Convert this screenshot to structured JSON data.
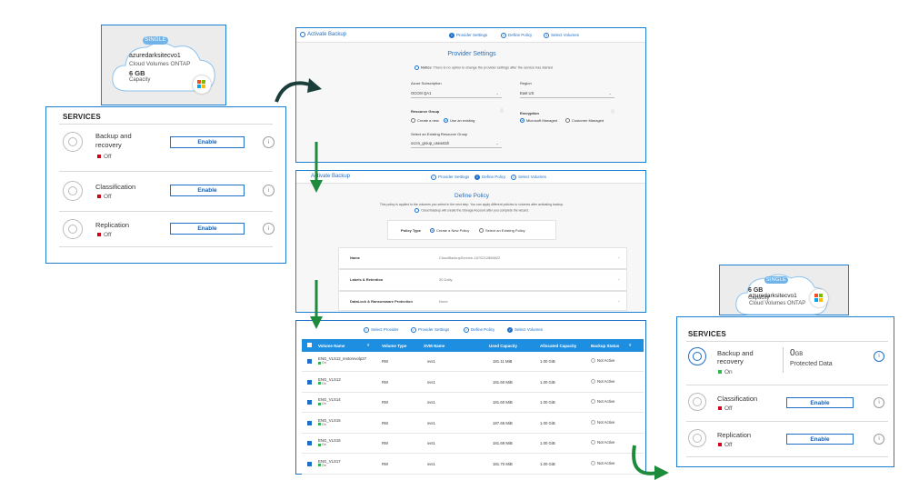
{
  "working_env": {
    "badge": "SINGLE",
    "name": "azuredarksitecvo1",
    "type": "Cloud Volumes ONTAP",
    "capacity": "6 GB",
    "capacity_label": "Capacity"
  },
  "services_before": {
    "title": "SERVICES",
    "items": [
      {
        "name": "Backup and recovery",
        "status": "Off",
        "button": "Enable"
      },
      {
        "name": "Classification",
        "status": "Off",
        "button": "Enable"
      },
      {
        "name": "Replication",
        "status": "Off",
        "button": "Enable"
      }
    ]
  },
  "services_after": {
    "title": "SERVICES",
    "backup": {
      "name": "Backup and recovery",
      "status": "On",
      "protected_value": "0",
      "protected_unit": "GB",
      "protected_label": "Protected Data"
    },
    "items": [
      {
        "name": "Classification",
        "status": "Off",
        "button": "Enable"
      },
      {
        "name": "Replication",
        "status": "Off",
        "button": "Enable"
      }
    ]
  },
  "wizard": {
    "title": "Activate Backup",
    "steps": [
      "Provider Settings",
      "Define Policy",
      "Select Volumes"
    ],
    "step_nums": [
      "1",
      "2",
      "3"
    ]
  },
  "provider": {
    "heading": "Provider Settings",
    "notice_bold": "Notice",
    "notice_text": ": There is no option to change the provider settings after the service has started",
    "subscription_label": "Azure Subscription",
    "subscription_value": "OCCM QA1",
    "region_label": "Region",
    "region_value": "East US",
    "rg_label": "Resource Group",
    "rg_create": "Create a new",
    "rg_existing": "Use an existing",
    "enc_label": "Encryption",
    "enc_ms": "Microsoft Managed",
    "enc_customer": "Customer Managed",
    "existing_rg_label": "Select an Existing Resource Group",
    "existing_rg_value": "occm_group_useast1h"
  },
  "policy": {
    "heading": "Define Policy",
    "desc": "This policy is applied to the volumes you select in the next step. You can apply different policies to volumes after activating backup.",
    "desc2": "Cloud Backup will create the Storage Account after you complete the wizard.",
    "type_label": "Policy Type",
    "opt_new": "Create a New Policy",
    "opt_existing": "Select an Existing Policy",
    "rows": [
      {
        "label": "Name",
        "value": "CloudBackupService-1670212865622"
      },
      {
        "label": "Labels & Retention",
        "value": "30 Daily"
      },
      {
        "label": "DataLock & Ransomware Protection",
        "value": "None"
      }
    ]
  },
  "volumes": {
    "steps": [
      "Select Provider",
      "Provider Settings",
      "Define Policy",
      "Select Volumes"
    ],
    "columns": [
      "Volume Name",
      "Volume Type",
      "SVM Name",
      "Used Capacity",
      "Allocated Capacity",
      "Backup Status"
    ],
    "rows": [
      {
        "name": "ENG_VLS12_restorevolp27",
        "state": "On",
        "type": "RW",
        "svm": "svs1",
        "used": "181.11 MiB",
        "alloc": "1.00 GiB",
        "status": "Not Active"
      },
      {
        "name": "ENG_VLS13",
        "state": "On",
        "type": "RW",
        "svm": "svs1",
        "used": "181.60 MiB",
        "alloc": "1.00 GiB",
        "status": "Not Active"
      },
      {
        "name": "ENG_VLS14",
        "state": "On",
        "type": "RW",
        "svm": "svs1",
        "used": "181.60 MiB",
        "alloc": "1.00 GiB",
        "status": "Not Active"
      },
      {
        "name": "ENG_VLS15",
        "state": "On",
        "type": "RW",
        "svm": "svs1",
        "used": "187.65 MiB",
        "alloc": "1.00 GiB",
        "status": "Not Active"
      },
      {
        "name": "ENG_VLS16",
        "state": "On",
        "type": "RW",
        "svm": "svs1",
        "used": "181.69 MiB",
        "alloc": "1.00 GiB",
        "status": "Not Active"
      },
      {
        "name": "ENG_VLS17",
        "state": "On",
        "type": "RW",
        "svm": "svs1",
        "used": "181.70 MiB",
        "alloc": "1.00 GiB",
        "status": "Not Active"
      }
    ]
  },
  "colors": {
    "accent": "#1e6fc8",
    "off": "#d0021b",
    "on": "#2db84d",
    "arrow_green": "#1d8a3c",
    "arrow_dark": "#1a3e3a"
  }
}
